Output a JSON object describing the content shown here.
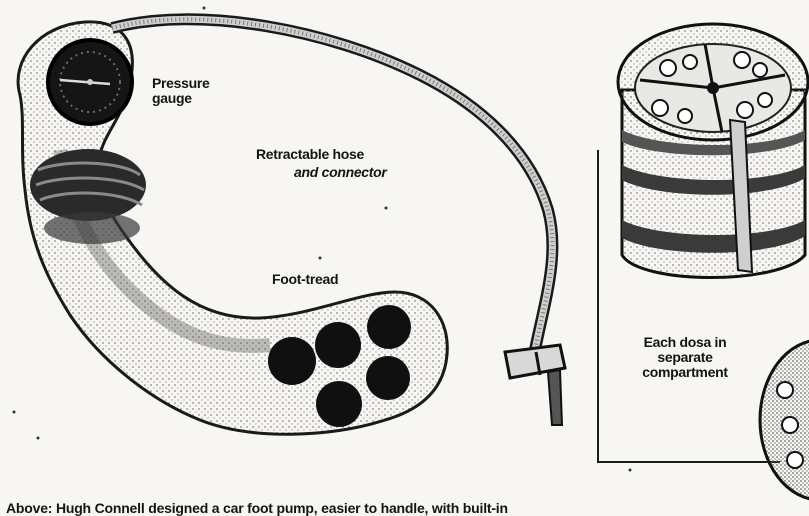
{
  "labels": {
    "pressure_gauge": "Pressure\ngauge",
    "hose_line1": "Retractable hose",
    "hose_line2": "and connector",
    "foot_tread": "Foot-tread",
    "dosa": "Each dosa in\nseparate\ncompartment"
  },
  "caption": "Above: Hugh Connell designed a car foot pump, easier to handle, with built-in",
  "colors": {
    "ink": "#141414",
    "paper": "#f7f6f3",
    "stipple": "#9a9a9a",
    "band": "#5a5a5a"
  }
}
